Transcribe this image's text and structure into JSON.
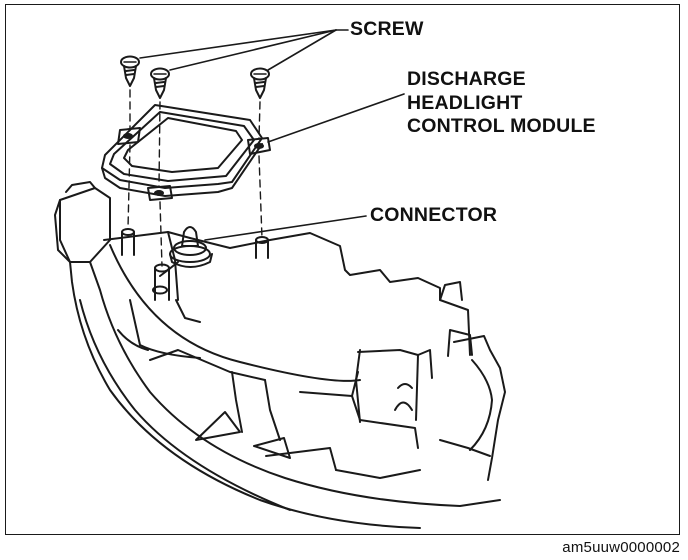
{
  "callouts": {
    "screw": "SCREW",
    "module": [
      "DISCHARGE",
      "HEADLIGHT",
      "CONTROL MODULE"
    ],
    "connector": "CONNECTOR"
  },
  "figure_id": "am5uuw0000002",
  "colors": {
    "line": "#1a1a1a",
    "background": "#ffffff"
  }
}
